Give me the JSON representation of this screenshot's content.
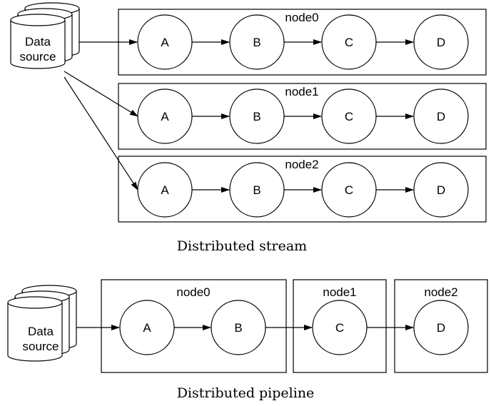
{
  "stream": {
    "caption": "Distributed stream",
    "source": {
      "line1": "Data",
      "line2": "source"
    },
    "nodes": [
      {
        "name": "node0",
        "stages": [
          "A",
          "B",
          "C",
          "D"
        ]
      },
      {
        "name": "node1",
        "stages": [
          "A",
          "B",
          "C",
          "D"
        ]
      },
      {
        "name": "node2",
        "stages": [
          "A",
          "B",
          "C",
          "D"
        ]
      }
    ]
  },
  "pipeline": {
    "caption": "Distributed pipeline",
    "source": {
      "line1": "Data",
      "line2": "source"
    },
    "nodes": [
      {
        "name": "node0",
        "stages": [
          "A",
          "B"
        ]
      },
      {
        "name": "node1",
        "stages": [
          "C"
        ]
      },
      {
        "name": "node2",
        "stages": [
          "D"
        ]
      }
    ]
  },
  "colors": {
    "line": "#000000",
    "fill": "#ffffff"
  }
}
